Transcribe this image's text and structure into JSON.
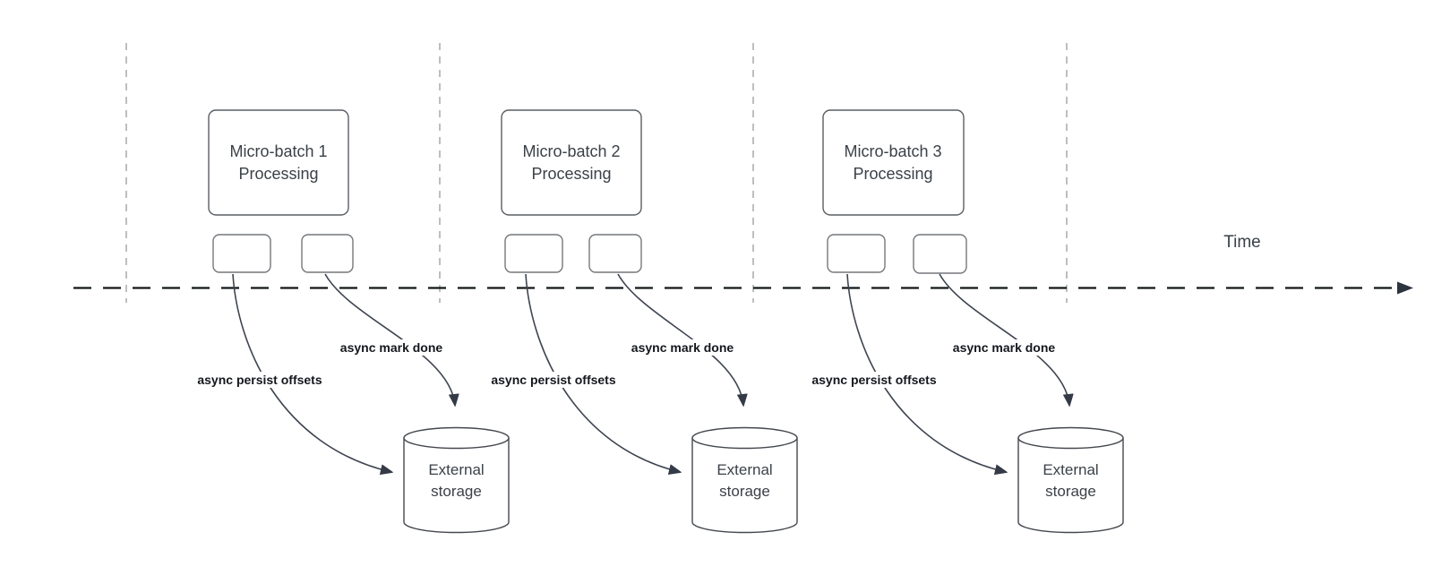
{
  "diagram": {
    "time_axis": {
      "label": "Time"
    },
    "batches": [
      {
        "title_line1": "Micro-batch 1",
        "title_line2": "Processing",
        "persist_arrow_label": "async persist offsets",
        "done_arrow_label": "async mark done",
        "storage_line1": "External",
        "storage_line2": "storage"
      },
      {
        "title_line1": "Micro-batch 2",
        "title_line2": "Processing",
        "persist_arrow_label": "async persist offsets",
        "done_arrow_label": "async mark done",
        "storage_line1": "External",
        "storage_line2": "storage"
      },
      {
        "title_line1": "Micro-batch 3",
        "title_line2": "Processing",
        "persist_arrow_label": "async persist offsets",
        "done_arrow_label": "async mark done",
        "storage_line1": "External",
        "storage_line2": "storage"
      }
    ],
    "colors": {
      "curve_stroke": "#3e4450",
      "arrowhead": "#343b47",
      "timeline": "#14171b",
      "gridline": "#a7a9ac",
      "box_border": "#5a5e63",
      "small_box_border": "#74777c",
      "cylinder_border": "#44484e",
      "text": "#3b4148",
      "label_text": "#14171c"
    }
  }
}
